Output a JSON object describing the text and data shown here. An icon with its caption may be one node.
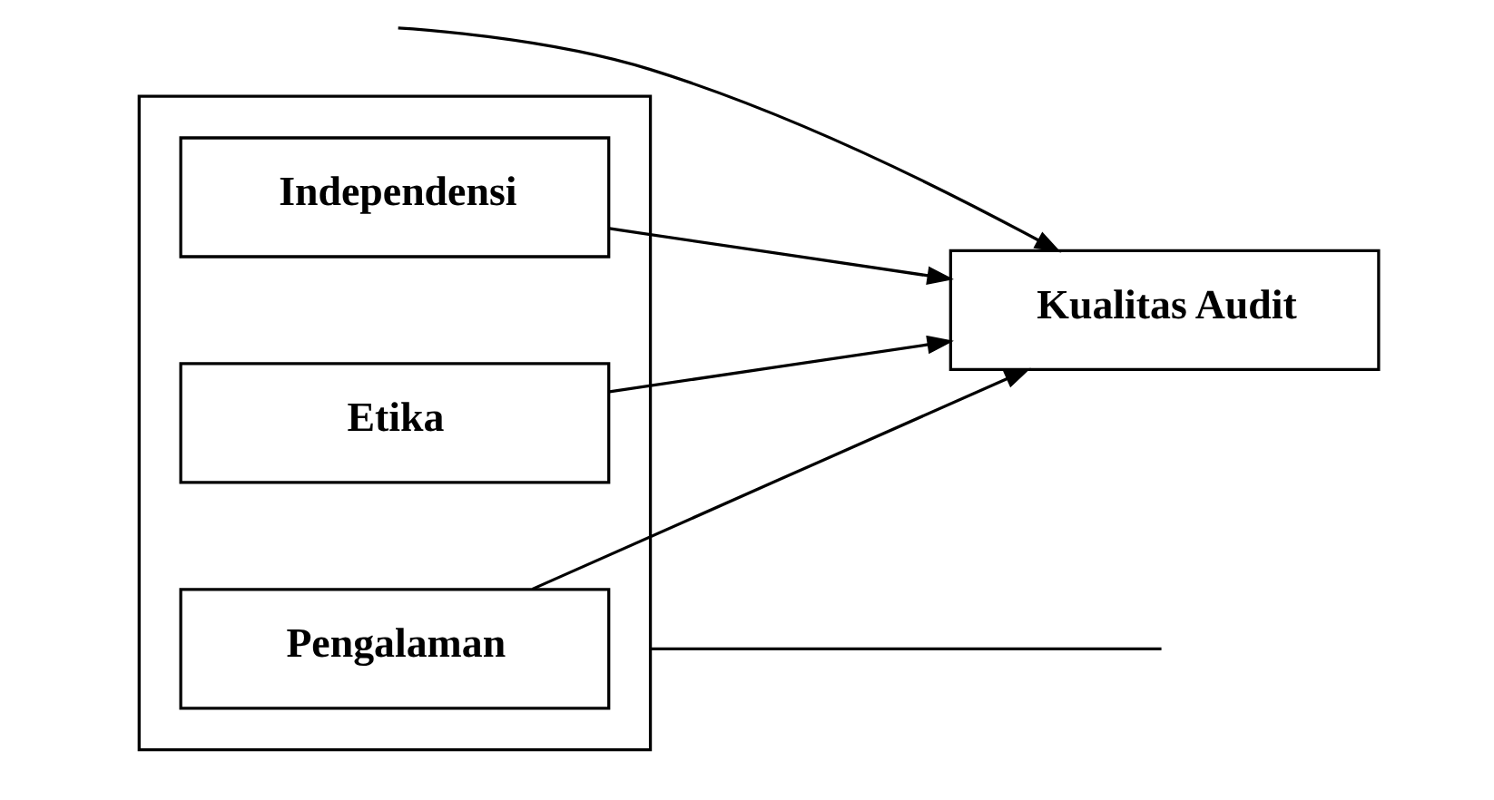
{
  "diagram": {
    "nodes": [
      {
        "text": [],
        "shape": "box"
      },
      {
        "text": [
          "Independensi"
        ],
        "in": 0
      },
      {
        "text": [
          "Etika"
        ],
        "in": 0
      },
      {
        "text": [
          "Pengalaman"
        ],
        "in": 0
      },
      {
        "text": [
          "Kualitas Audit"
        ]
      }
    ],
    "edges": [
      {
        "from": 1,
        "to": 4,
        "arrow": "to"
      },
      {
        "from": 2,
        "to": 4,
        "arrow": "to"
      },
      {
        "from": 3,
        "to": 4,
        "arrow": "to"
      },
      {
        "from": 0,
        "to": null,
        "arrow": "none"
      },
      {
        "from": null,
        "to": 4,
        "arrow": "to"
      }
    ]
  }
}
